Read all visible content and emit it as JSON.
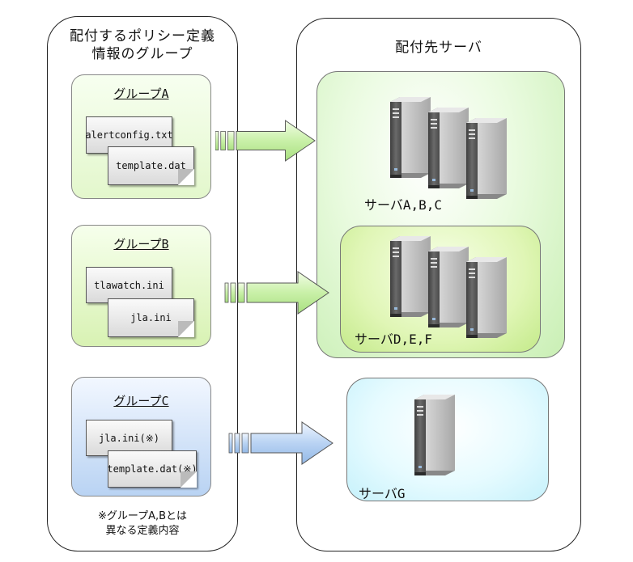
{
  "left_panel": {
    "title_line1": "配付するポリシー定義",
    "title_line2": "情報のグループ",
    "note_line1": "※グループA,Bとは",
    "note_line2": "異なる定義内容"
  },
  "right_panel": {
    "title": "配付先サーバ"
  },
  "groups": [
    {
      "title": "グループA",
      "file1": "alertconfig.txt",
      "file2": "template.dat"
    },
    {
      "title": "グループB",
      "file1": "tlawatch.ini",
      "file2": "jla.ini"
    },
    {
      "title": "グループC",
      "file1": "jla.ini(※)",
      "file2": "template.dat(※)"
    }
  ],
  "server_zones": [
    {
      "label": "サーバA,B,C",
      "server_count": 3
    },
    {
      "label": "サーバD,E,F",
      "server_count": 3
    },
    {
      "label": "サーバG",
      "server_count": 1
    }
  ],
  "colors": {
    "green_arrow": "#c9f0a8",
    "blue_arrow": "#b9d3f3",
    "server_body": "#5b5b5b"
  }
}
